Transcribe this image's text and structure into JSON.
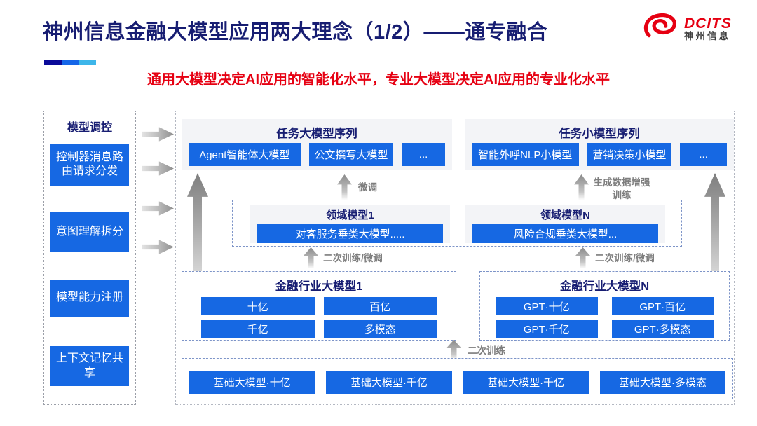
{
  "header": {
    "title": "神州信息金融大模型应用两大理念（1/2）——通专融合",
    "subtitle": "通用大模型决定AI应用的智能化水平，专业大模型决定AI应用的专业化水平",
    "logo": {
      "brand": "DCITS",
      "brand_cn": "神州信息"
    }
  },
  "colors": {
    "accent_blue": "#1668e3",
    "navy": "#171d72",
    "brand_red": "#e60012",
    "label_gray": "#7e7e7e",
    "bar_segments": [
      "#0a0a99",
      "#1566e8",
      "#3db6ea"
    ]
  },
  "sidebar": {
    "title": "模型调控",
    "items": [
      "控制器消息路由请求分发",
      "意图理解拆分",
      "模型能力注册",
      "上下文记忆共享"
    ]
  },
  "flow_labels": {
    "fine_tune": "微调",
    "gen_data_train": "生成数据增强训练",
    "retrain_ft_left": "二次训练/微调",
    "retrain_ft_right": "二次训练/微调",
    "retrain": "二次训练"
  },
  "task_groups": [
    {
      "title": "任务大模型序列",
      "items": [
        "Agent智能体大模型",
        "公文撰写大模型",
        "..."
      ]
    },
    {
      "title": "任务小模型序列",
      "items": [
        "智能外呼NLP小模型",
        "营销决策小模型",
        "..."
      ]
    }
  ],
  "domain_groups": [
    {
      "title": "领域模型1",
      "item": "对客服务垂类大模型....."
    },
    {
      "title": "领域模型N",
      "item": "风险合规垂类大模型..."
    }
  ],
  "industry_groups": [
    {
      "title": "金融行业大模型1",
      "items": [
        "十亿",
        "百亿",
        "千亿",
        "多模态"
      ]
    },
    {
      "title": "金融行业大模型N",
      "items": [
        "GPT·十亿",
        "GPT·百亿",
        "GPT·千亿",
        "GPT·多模态"
      ]
    }
  ],
  "base_models": [
    "基础大模型·十亿",
    "基础大模型·千亿",
    "基础大模型·千亿",
    "基础大模型·多模态"
  ]
}
